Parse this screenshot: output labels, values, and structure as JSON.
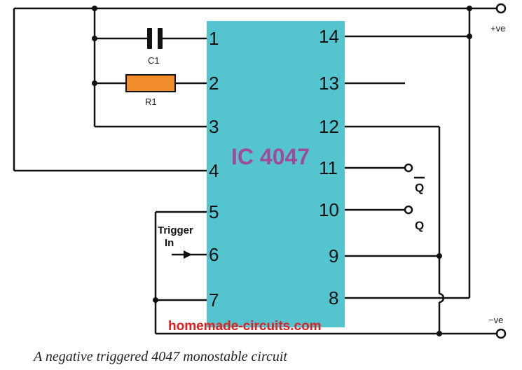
{
  "colors": {
    "chip_fill": "#54c4cf",
    "chip_label": "#a04a9a",
    "resistor_fill": "#f08c2a",
    "watermark": "#e01e1e",
    "wire": "#111111"
  },
  "chip": {
    "label": "IC 4047",
    "left_pins": [
      "1",
      "2",
      "3",
      "4",
      "5",
      "6",
      "7"
    ],
    "right_pins": [
      "14",
      "13",
      "12",
      "11",
      "10",
      "9",
      "8"
    ]
  },
  "components": {
    "capacitor": "C1",
    "resistor": "R1"
  },
  "terminals": {
    "positive": "+ve",
    "negative": "−ve",
    "q_bar": "Q",
    "q": "Q"
  },
  "trigger": {
    "line1": "Trigger",
    "line2": "In"
  },
  "watermark": "homemade-circuits.com",
  "caption": "A negative triggered 4047 monostable circuit"
}
